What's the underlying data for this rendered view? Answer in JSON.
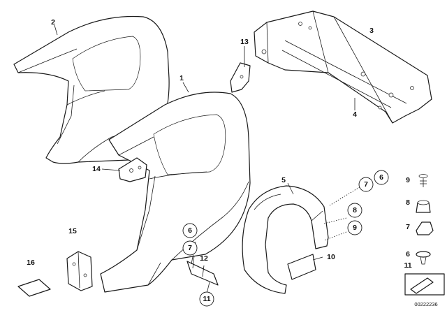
{
  "diagram": {
    "labels": {
      "p1": "1",
      "p2": "2",
      "p3": "3",
      "p4": "4",
      "p5": "5",
      "p13": "13",
      "p14": "14",
      "p15": "15",
      "p16": "16",
      "p12": "12",
      "p10": "10",
      "c6_top": "6",
      "c7_top": "7",
      "c8_mid": "8",
      "c9_mid": "9",
      "c6_left": "6",
      "c7_left": "7",
      "c11_bottom": "11",
      "legend_9": "9",
      "legend_8": "8",
      "legend_7": "7",
      "legend_6": "6",
      "legend_11": "11"
    },
    "footer_code": "00222236"
  }
}
